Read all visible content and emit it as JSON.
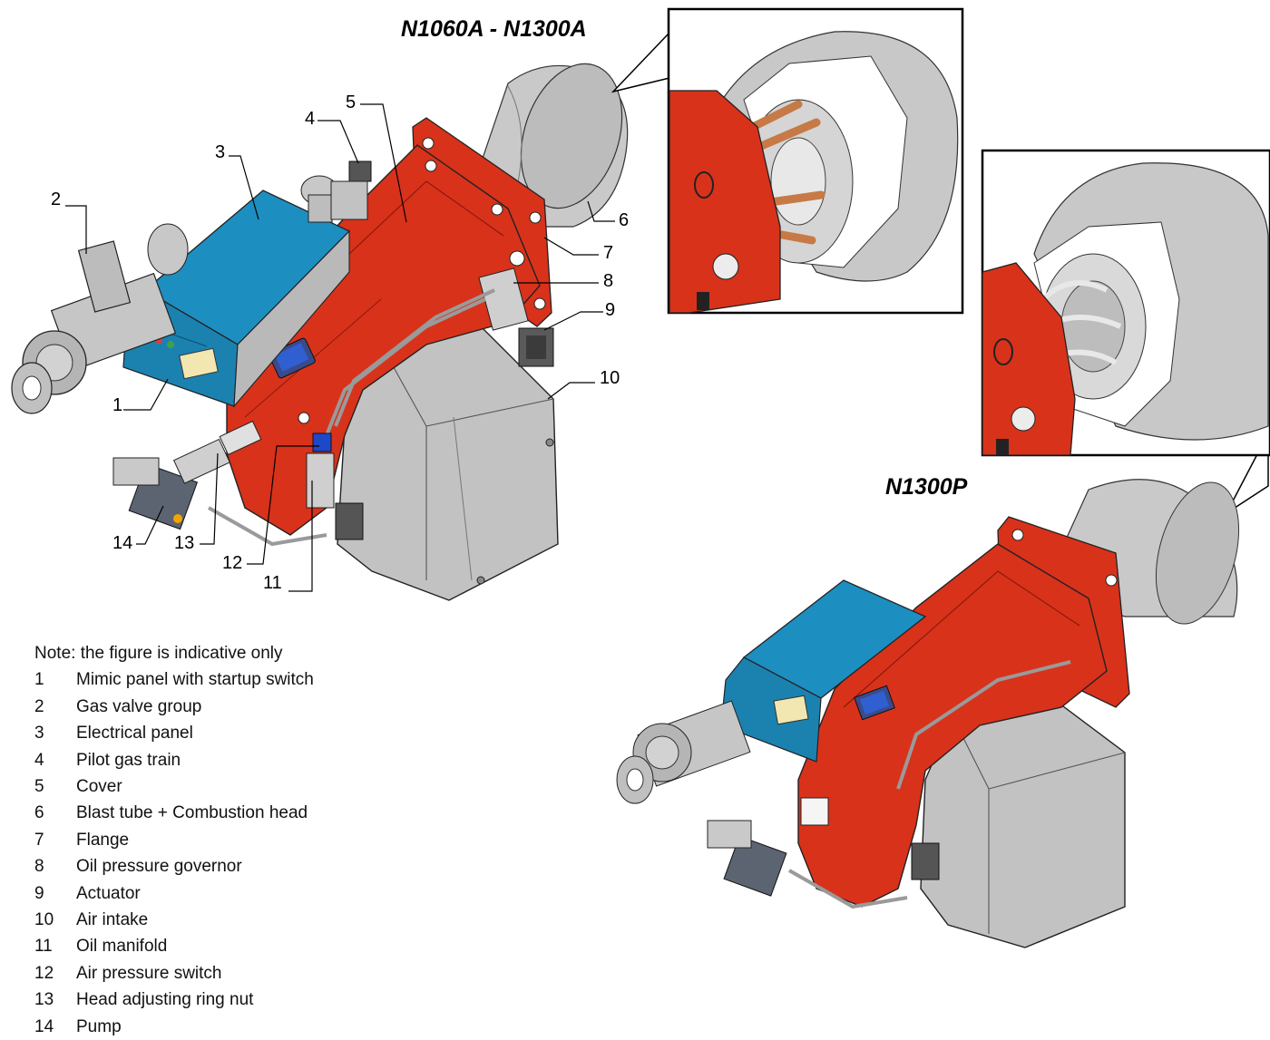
{
  "titles": {
    "top_model": "N1060A - N1300A",
    "bottom_model": "N1300P"
  },
  "note": "Note: the figure is indicative only",
  "legend": [
    {
      "num": "1",
      "label": "Mimic panel with startup switch"
    },
    {
      "num": "2",
      "label": "Gas valve group"
    },
    {
      "num": "3",
      "label": "Electrical panel"
    },
    {
      "num": "4",
      "label": "Pilot gas train"
    },
    {
      "num": "5",
      "label": "Cover"
    },
    {
      "num": "6",
      "label": "Blast tube + Combustion head"
    },
    {
      "num": "7",
      "label": "Flange"
    },
    {
      "num": "8",
      "label": "Oil pressure governor"
    },
    {
      "num": "9",
      "label": "Actuator"
    },
    {
      "num": "10",
      "label": "Air intake"
    },
    {
      "num": "11",
      "label": "Oil manifold"
    },
    {
      "num": "12",
      "label": "Air pressure switch"
    },
    {
      "num": "13",
      "label": "Head adjusting ring nut"
    },
    {
      "num": "14",
      "label": "Pump"
    }
  ],
  "colors": {
    "burner_red": "#d8321b",
    "panel_blue": "#1d8ec0",
    "housing_grey": "#bdbdbd",
    "tube_grey": "#c7c7c7",
    "outline": "#222222",
    "copper": "#c77a45"
  }
}
